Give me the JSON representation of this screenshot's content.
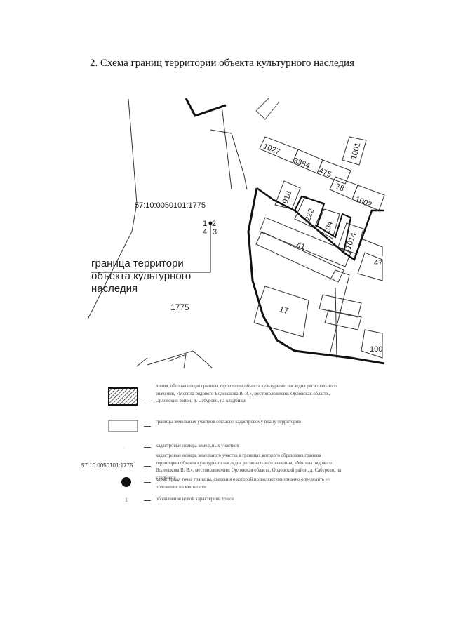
{
  "heading": "2. Схема границ территории объекта культурного наследия",
  "map": {
    "cadastral_label": "57:10:0050101:1775",
    "point_numbers": {
      "p1": "1",
      "p2": "2",
      "p4": "4",
      "p3": "3"
    },
    "callout_lines": [
      "граница территори",
      "объекта культурного",
      "наследия"
    ],
    "parcel_1775": "1775",
    "parcels": {
      "p1027": "1027",
      "p3384": "3384",
      "p475": "475",
      "p78": "78",
      "p1002": "1002",
      "p918": "918",
      "p222": "222",
      "p104": "104",
      "p1014": "1014",
      "p41": "41",
      "p17": "17",
      "p1001": "1001",
      "p47": "47",
      "p100": "100"
    }
  },
  "legend": {
    "row1": "линия, обозначающая границы территории объекта культурного наследия регионального значения, «Могила рядового Воденькова В. В.», местоположение: Орловская область, Орловский район, д. Сабурово, на кладбище",
    "row2": "границы земельных участков согласно кадастровому плану территории",
    "row3": "кадастровые номера земельных участков",
    "row4_sample": "57:10:0050101:1775",
    "row4": "кадастровые номера земельного участка в границах которого образована граница территории объекта культурного наследия регионального значения, «Могила рядового Воденькова В. В.», местоположение: Орловская область, Орловский район, д. Сабурово, на кладбище",
    "row5": "характерная точка границы, сведения о которой позволяют однозначно определить ее положение на местности",
    "row6_sample": "1",
    "row6": "обозначение новой характерной точки"
  }
}
